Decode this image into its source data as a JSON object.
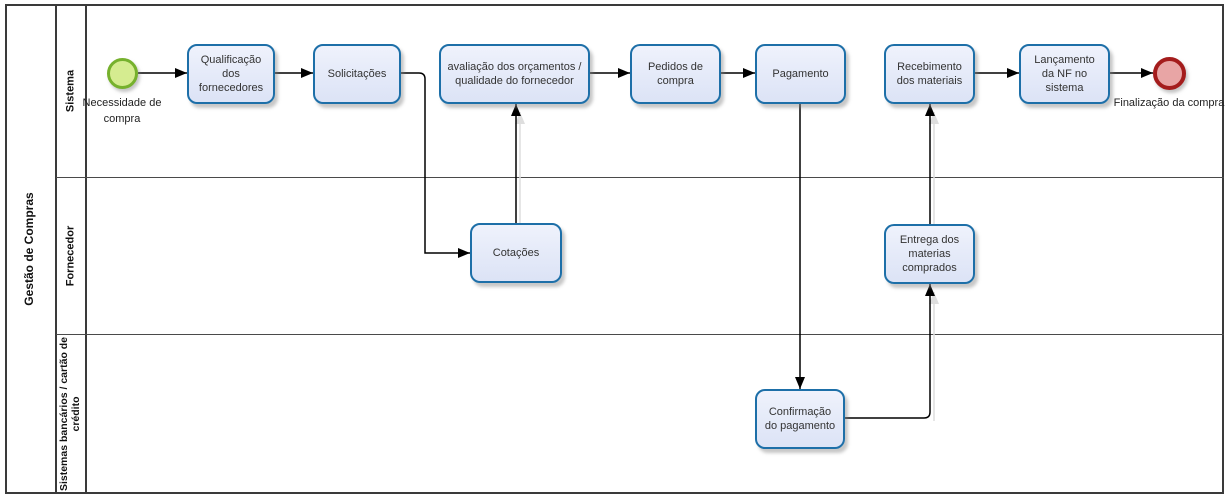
{
  "pool": {
    "title": "Gestão de Compras",
    "lanes": [
      {
        "label": "Sistema"
      },
      {
        "label": "Fornecedor"
      },
      {
        "label": "Sistemas bancários / cartão de crédito"
      }
    ]
  },
  "events": {
    "start": {
      "label": "Necessidade de compra"
    },
    "end": {
      "label": "Finalização da compra"
    }
  },
  "tasks": [
    {
      "id": "qualificacao-fornecedores",
      "lane": "Sistema",
      "label": "Qualificação dos fornecedores"
    },
    {
      "id": "solicitacoes",
      "lane": "Sistema",
      "label": "Solicitações"
    },
    {
      "id": "avaliacao-orcamentos",
      "lane": "Sistema",
      "label": "avaliação dos orçamentos / qualidade do fornecedor"
    },
    {
      "id": "pedidos-compra",
      "lane": "Sistema",
      "label": "Pedidos de compra"
    },
    {
      "id": "pagamento",
      "lane": "Sistema",
      "label": "Pagamento"
    },
    {
      "id": "recebimento-materiais",
      "lane": "Sistema",
      "label": "Recebimento dos materiais"
    },
    {
      "id": "lancamento-nf",
      "lane": "Sistema",
      "label": "Lançamento da NF  no sistema"
    },
    {
      "id": "cotacoes",
      "lane": "Fornecedor",
      "label": "Cotações"
    },
    {
      "id": "entrega-materias",
      "lane": "Fornecedor",
      "label": "Entrega dos materias comprados"
    },
    {
      "id": "confirmacao-pagamento",
      "lane": "Sistemas bancários / cartão de crédito",
      "label": "Confirmação do pagamento"
    }
  ],
  "flows": [
    {
      "from": "start",
      "to": "qualificacao-fornecedores"
    },
    {
      "from": "qualificacao-fornecedores",
      "to": "solicitacoes"
    },
    {
      "from": "solicitacoes",
      "to": "cotacoes"
    },
    {
      "from": "cotacoes",
      "to": "avaliacao-orcamentos"
    },
    {
      "from": "avaliacao-orcamentos",
      "to": "pedidos-compra"
    },
    {
      "from": "pedidos-compra",
      "to": "pagamento"
    },
    {
      "from": "pagamento",
      "to": "confirmacao-pagamento"
    },
    {
      "from": "confirmacao-pagamento",
      "to": "entrega-materias"
    },
    {
      "from": "entrega-materias",
      "to": "recebimento-materiais"
    },
    {
      "from": "recebimento-materiais",
      "to": "lancamento-nf"
    },
    {
      "from": "lancamento-nf",
      "to": "end"
    }
  ],
  "colors": {
    "task_border": "#1d6fa8",
    "task_fill": "#e6ebf9",
    "start_fill": "#d5ec90",
    "start_border": "#76b12d",
    "end_fill": "#e8a5a5",
    "end_border": "#a41c1c",
    "connector": "#000000",
    "frame": "#3a3a3a"
  }
}
